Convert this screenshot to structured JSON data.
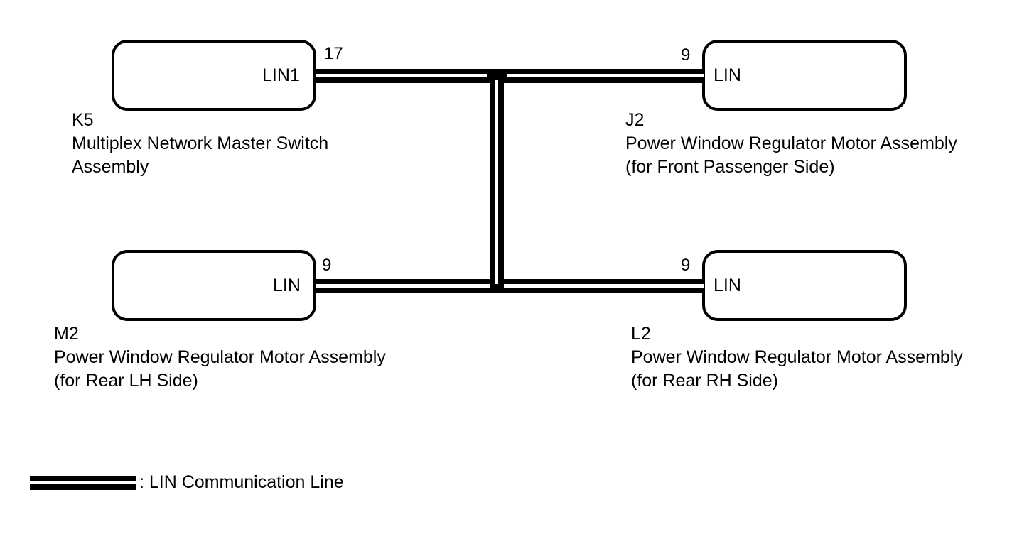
{
  "components": {
    "k5": {
      "code": "K5",
      "name_line1": "Multiplex Network Master Switch",
      "name_line2": "Assembly",
      "port": "LIN1",
      "pin": "17"
    },
    "j2": {
      "code": "J2",
      "name_line1": "Power Window Regulator Motor Assembly",
      "name_line2": "(for Front Passenger Side)",
      "port": "LIN",
      "pin": "9"
    },
    "m2": {
      "code": "M2",
      "name_line1": "Power Window Regulator Motor Assembly",
      "name_line2": "(for Rear LH Side)",
      "port": "LIN",
      "pin": "9"
    },
    "l2": {
      "code": "L2",
      "name_line1": "Power Window Regulator Motor Assembly",
      "name_line2": "(for Rear RH Side)",
      "port": "LIN",
      "pin": "9"
    }
  },
  "legend": {
    "text": ": LIN Communication Line"
  },
  "colors": {
    "line": "#000000",
    "background": "#ffffff"
  }
}
